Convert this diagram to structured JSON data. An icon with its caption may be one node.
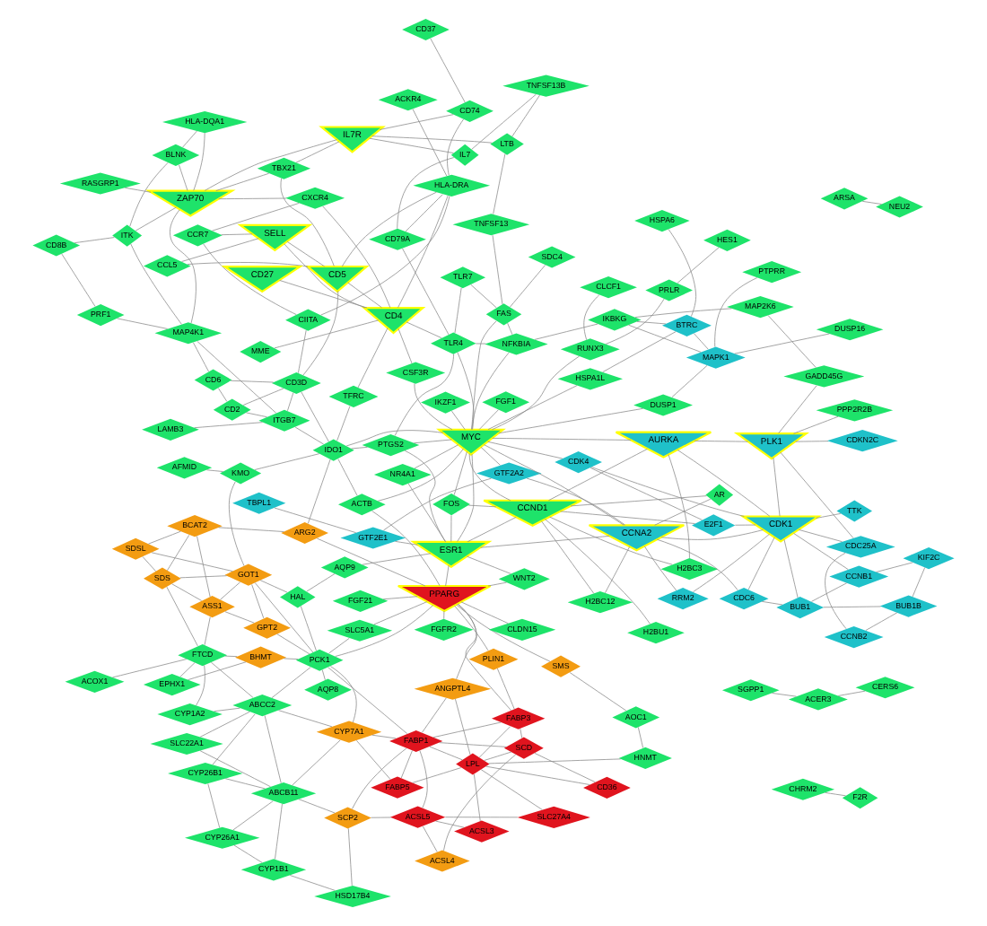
{
  "diagram": {
    "nodes": [
      {
        "text": [
          "SDSL"
        ]
      },
      {
        "text": [
          "EPHX1"
        ]
      },
      {
        "text": [
          "BHMT"
        ]
      },
      {
        "text": [
          "ACOX1"
        ]
      },
      {
        "text": [
          "BCAT2"
        ]
      },
      {
        "text": [
          "SDS"
        ]
      },
      {
        "text": [
          "GPT2"
        ]
      },
      {
        "text": [
          "ASS1"
        ]
      },
      {
        "text": [
          "GOT1"
        ]
      },
      {
        "text": [
          "FTCD"
        ]
      },
      {
        "text": [
          "SLC22A1"
        ]
      },
      {
        "text": [
          "CYP26B1"
        ]
      },
      {
        "text": [
          "CYP26A1"
        ]
      },
      {
        "text": [
          "CYP1B1"
        ]
      },
      {
        "text": [
          "ARSA"
        ]
      },
      {
        "text": [
          "NEU2"
        ]
      },
      {
        "text": [
          "HAL"
        ]
      },
      {
        "text": [
          "CYP1A2"
        ]
      },
      {
        "text": [
          "ABCC2"
        ]
      },
      {
        "text": [
          "CYP7A1"
        ]
      },
      {
        "text": [
          "HSD17B4"
        ]
      },
      {
        "text": [
          "ABCB11"
        ]
      },
      {
        "text": [
          "SGPP1"
        ]
      },
      {
        "text": [
          "CERS6"
        ]
      },
      {
        "text": [
          "CHRM2"
        ]
      },
      {
        "text": [
          "F2R"
        ]
      },
      {
        "text": [
          "KMO"
        ]
      },
      {
        "text": [
          "PCK1"
        ]
      },
      {
        "text": [
          "ACER3"
        ]
      },
      {
        "text": [
          "FABP5"
        ]
      },
      {
        "text": [
          "AQP8"
        ]
      },
      {
        "text": [
          "SCP2"
        ]
      },
      {
        "text": [
          "LAMB3"
        ]
      },
      {
        "text": [
          "ARG2"
        ]
      },
      {
        "text": [
          "AFMID"
        ]
      },
      {
        "text": [
          "FABP1"
        ]
      },
      {
        "text": [
          "ACSL5"
        ]
      },
      {
        "text": [
          "CD36"
        ]
      },
      {
        "text": [
          "SCD"
        ]
      },
      {
        "text": [
          "ACSL4"
        ]
      },
      {
        "text": [
          "ITGB7"
        ]
      },
      {
        "text": [
          "ACKR4"
        ]
      },
      {
        "text": [
          "MAP4K1"
        ]
      },
      {
        "text": [
          "CD6"
        ]
      },
      {
        "text": [
          "CD2"
        ]
      },
      {
        "text": [
          "CD3D"
        ]
      },
      {
        "text": [
          "IDO1"
        ]
      },
      {
        "text": [
          "SLC5A1"
        ]
      },
      {
        "text": [
          "AQP9"
        ]
      },
      {
        "text": [
          "FGF21"
        ]
      },
      {
        "text": [
          "PLIN1"
        ]
      },
      {
        "text": [
          "ACTB"
        ]
      },
      {
        "text": [
          "LPL"
        ]
      },
      {
        "text": [
          "SLC27A4"
        ]
      },
      {
        "text": [
          "ACSL3"
        ]
      },
      {
        "text": [
          "PRF1"
        ]
      },
      {
        "text": [
          "CD8B"
        ]
      },
      {
        "text": [
          "ITK"
        ]
      },
      {
        "text": [
          "CCL5"
        ]
      },
      {
        "text": [
          "CIITA"
        ]
      },
      {
        "text": [
          "CCR7"
        ]
      },
      {
        "text": [
          "BLNK"
        ]
      },
      {
        "text": [
          "SELL"
        ]
      },
      {
        "text": [
          "CXCR4"
        ]
      },
      {
        "text": [
          "ANGPTL4"
        ]
      },
      {
        "text": [
          "HLA-DQA1"
        ]
      },
      {
        "text": [
          "ZAP70"
        ]
      },
      {
        "text": [
          "TBX21"
        ]
      },
      {
        "text": [
          "CD5"
        ]
      },
      {
        "text": [
          "TFRC"
        ]
      },
      {
        "text": [
          "PPARG"
        ]
      },
      {
        "text": [
          "FABP3"
        ]
      },
      {
        "text": [
          "HNMT"
        ]
      },
      {
        "text": [
          "CD37"
        ]
      },
      {
        "text": [
          "CD74"
        ]
      },
      {
        "text": [
          "IL7R"
        ]
      },
      {
        "text": [
          "HLA-DRA"
        ]
      },
      {
        "text": [
          "CD4"
        ]
      },
      {
        "text": [
          "CD27"
        ]
      },
      {
        "text": [
          "MME"
        ]
      },
      {
        "text": [
          "PTGS2"
        ]
      },
      {
        "text": [
          "SMS"
        ]
      },
      {
        "text": [
          "CLDN15"
        ]
      },
      {
        "text": [
          "WNT2"
        ]
      },
      {
        "text": [
          "AOC1"
        ]
      },
      {
        "text": [
          "GTF2E1"
        ]
      },
      {
        "text": [
          "LTB"
        ]
      },
      {
        "text": [
          "TNFSF13B"
        ]
      },
      {
        "text": [
          "IL7"
        ]
      },
      {
        "text": [
          "CD79A"
        ]
      },
      {
        "text": [
          "CSF3R"
        ]
      },
      {
        "text": [
          "FGFR2"
        ]
      },
      {
        "text": [
          "RASGRP1"
        ]
      },
      {
        "text": [
          "TLR4"
        ]
      },
      {
        "text": [
          "FGF1"
        ]
      },
      {
        "text": [
          "NR4A1"
        ]
      },
      {
        "text": [
          "ESR1"
        ]
      },
      {
        "text": [
          "TBPL1"
        ]
      },
      {
        "text": [
          "TLR7"
        ]
      },
      {
        "text": [
          "SDC4"
        ]
      },
      {
        "text": [
          "FOS"
        ]
      },
      {
        "text": [
          "GTF2A2"
        ]
      },
      {
        "text": [
          "TNFSF13"
        ]
      },
      {
        "text": [
          "FAS"
        ]
      },
      {
        "text": [
          "NFKBIA"
        ]
      },
      {
        "text": [
          "PRLR"
        ]
      },
      {
        "text": [
          "IKZF1"
        ]
      },
      {
        "text": [
          "RUNX3"
        ]
      },
      {
        "text": [
          "AR"
        ]
      },
      {
        "text": [
          "MYC"
        ]
      },
      {
        "text": [
          "CCND1"
        ]
      },
      {
        "text": [
          "H2BC12"
        ]
      },
      {
        "text": [
          "H2BC3"
        ]
      },
      {
        "text": [
          "CCNA2"
        ]
      },
      {
        "text": [
          "MAPK1"
        ]
      },
      {
        "text": [
          "DUSP1"
        ]
      },
      {
        "text": [
          "RRM2"
        ]
      },
      {
        "text": [
          "CDC6"
        ]
      },
      {
        "text": [
          "BTRC"
        ]
      },
      {
        "text": [
          "HSPA1L"
        ]
      },
      {
        "text": [
          "H2BU1"
        ]
      },
      {
        "text": [
          "TTK"
        ]
      },
      {
        "text": [
          "CLCF1"
        ]
      },
      {
        "text": [
          "IKBKG"
        ]
      },
      {
        "text": [
          "CDK4"
        ]
      },
      {
        "text": [
          "E2F1"
        ]
      },
      {
        "text": [
          "AURKA"
        ]
      },
      {
        "text": [
          "CDK1"
        ]
      },
      {
        "text": [
          "DUSP16"
        ]
      },
      {
        "text": [
          "HES1"
        ]
      },
      {
        "text": [
          "HSPA6"
        ]
      },
      {
        "text": [
          "PTPRR"
        ]
      },
      {
        "text": [
          "MAP2K6"
        ]
      },
      {
        "text": [
          "PLK1"
        ]
      },
      {
        "text": [
          "CDC25A"
        ]
      },
      {
        "text": [
          "CCNB1"
        ]
      },
      {
        "text": [
          "BUB1"
        ]
      },
      {
        "text": [
          "PPP2R2B"
        ]
      },
      {
        "text": [
          "CDKN2C"
        ]
      },
      {
        "text": [
          "CCNB2"
        ]
      },
      {
        "text": [
          "KIF2C"
        ]
      },
      {
        "text": [
          "BUB1B"
        ]
      },
      {
        "text": [
          "GADD45G"
        ]
      }
    ],
    "edges": [
      {
        "from": 14,
        "to": 15,
        "arrow": "none"
      },
      {
        "from": 22,
        "to": 28,
        "arrow": "none"
      },
      {
        "from": 23,
        "to": 28,
        "arrow": "none"
      },
      {
        "from": 24,
        "to": 25,
        "arrow": "none"
      },
      {
        "from": 0,
        "to": 4,
        "arrow": "none"
      },
      {
        "from": 0,
        "to": 5,
        "arrow": "none"
      },
      {
        "from": 0,
        "to": 8,
        "arrow": "none"
      },
      {
        "from": 4,
        "to": 5,
        "arrow": "none"
      },
      {
        "from": 4,
        "to": 7,
        "arrow": "none"
      },
      {
        "from": 4,
        "to": 33,
        "arrow": "none"
      },
      {
        "from": 5,
        "to": 7,
        "arrow": "none"
      },
      {
        "from": 5,
        "to": 8,
        "arrow": "none"
      },
      {
        "from": 6,
        "to": 7,
        "arrow": "none"
      },
      {
        "from": 6,
        "to": 8,
        "arrow": "none"
      },
      {
        "from": 6,
        "to": 27,
        "arrow": "none"
      },
      {
        "from": 5,
        "to": 9,
        "arrow": "none"
      },
      {
        "from": 7,
        "to": 8,
        "arrow": "none"
      },
      {
        "from": 7,
        "to": 9,
        "arrow": "none"
      },
      {
        "from": 8,
        "to": 16,
        "arrow": "none"
      },
      {
        "from": 8,
        "to": 26,
        "arrow": "none"
      },
      {
        "from": 8,
        "to": 27,
        "arrow": "none"
      },
      {
        "from": 2,
        "to": 9,
        "arrow": "none"
      },
      {
        "from": 2,
        "to": 27,
        "arrow": "none"
      },
      {
        "from": 1,
        "to": 2,
        "arrow": "none"
      },
      {
        "from": 1,
        "to": 9,
        "arrow": "none"
      },
      {
        "from": 3,
        "to": 9,
        "arrow": "none"
      },
      {
        "from": 9,
        "to": 18,
        "arrow": "none"
      },
      {
        "from": 9,
        "to": 17,
        "arrow": "none"
      },
      {
        "from": 16,
        "to": 48,
        "arrow": "none"
      },
      {
        "from": 16,
        "to": 27,
        "arrow": "none"
      },
      {
        "from": 17,
        "to": 18,
        "arrow": "none"
      },
      {
        "from": 18,
        "to": 19,
        "arrow": "none"
      },
      {
        "from": 18,
        "to": 27,
        "arrow": "none"
      },
      {
        "from": 18,
        "to": 21,
        "arrow": "none"
      },
      {
        "from": 10,
        "to": 18,
        "arrow": "none"
      },
      {
        "from": 10,
        "to": 21,
        "arrow": "none"
      },
      {
        "from": 11,
        "to": 21,
        "arrow": "none"
      },
      {
        "from": 11,
        "to": 18,
        "arrow": "none"
      },
      {
        "from": 11,
        "to": 12,
        "arrow": "none"
      },
      {
        "from": 12,
        "to": 13,
        "arrow": "none"
      },
      {
        "from": 12,
        "to": 21,
        "arrow": "none"
      },
      {
        "from": 13,
        "to": 20,
        "arrow": "none"
      },
      {
        "from": 13,
        "to": 21,
        "arrow": "none"
      },
      {
        "from": 20,
        "to": 31,
        "arrow": "none"
      },
      {
        "from": 21,
        "to": 31,
        "arrow": "none"
      },
      {
        "from": 21,
        "to": 19,
        "arrow": "none"
      },
      {
        "from": 19,
        "to": 29,
        "arrow": "none"
      },
      {
        "from": 19,
        "to": 35,
        "arrow": "none"
      },
      {
        "from": 19,
        "to": 27,
        "arrow": "none"
      },
      {
        "from": 27,
        "to": 30,
        "arrow": "none"
      },
      {
        "from": 27,
        "to": 35,
        "arrow": "none"
      },
      {
        "from": 27,
        "to": 47,
        "arrow": "none"
      },
      {
        "from": 27,
        "to": 70,
        "arrow": "none"
      },
      {
        "from": 26,
        "to": 34,
        "arrow": "none"
      },
      {
        "from": 26,
        "to": 46,
        "arrow": "none"
      },
      {
        "from": 33,
        "to": 46,
        "arrow": "none"
      },
      {
        "from": 33,
        "to": 70,
        "arrow": "none"
      },
      {
        "from": 29,
        "to": 35,
        "arrow": "none"
      },
      {
        "from": 29,
        "to": 52,
        "arrow": "none"
      },
      {
        "from": 35,
        "to": 38,
        "arrow": "none"
      },
      {
        "from": 35,
        "to": 52,
        "arrow": "none"
      },
      {
        "from": 35,
        "to": 36,
        "arrow": "none"
      },
      {
        "from": 35,
        "to": 31,
        "arrow": "none"
      },
      {
        "from": 31,
        "to": 36,
        "arrow": "none"
      },
      {
        "from": 36,
        "to": 39,
        "arrow": "none"
      },
      {
        "from": 36,
        "to": 54,
        "arrow": "none"
      },
      {
        "from": 36,
        "to": 53,
        "arrow": "none"
      },
      {
        "from": 38,
        "to": 37,
        "arrow": "none"
      },
      {
        "from": 38,
        "to": 52,
        "arrow": "none"
      },
      {
        "from": 38,
        "to": 39,
        "arrow": "none"
      },
      {
        "from": 37,
        "to": 52,
        "arrow": "none"
      },
      {
        "from": 52,
        "to": 53,
        "arrow": "none"
      },
      {
        "from": 52,
        "to": 54,
        "arrow": "none"
      },
      {
        "from": 52,
        "to": 71,
        "arrow": "none"
      },
      {
        "from": 38,
        "to": 71,
        "arrow": "none"
      },
      {
        "from": 35,
        "to": 71,
        "arrow": "none"
      },
      {
        "from": 50,
        "to": 71,
        "arrow": "none"
      },
      {
        "from": 50,
        "to": 70,
        "arrow": "none"
      },
      {
        "from": 64,
        "to": 70,
        "arrow": "none"
      },
      {
        "from": 64,
        "to": 52,
        "arrow": "none"
      },
      {
        "from": 64,
        "to": 35,
        "arrow": "none"
      },
      {
        "from": 49,
        "to": 70,
        "arrow": "none"
      },
      {
        "from": 47,
        "to": 70,
        "arrow": "none"
      },
      {
        "from": 71,
        "to": 70,
        "arrow": "none"
      },
      {
        "from": 72,
        "to": 52,
        "arrow": "none"
      },
      {
        "from": 72,
        "to": 84,
        "arrow": "none"
      },
      {
        "from": 84,
        "to": 81,
        "arrow": "none"
      },
      {
        "from": 81,
        "to": 70,
        "arrow": "none"
      },
      {
        "from": 82,
        "to": 70,
        "arrow": "none"
      },
      {
        "from": 83,
        "to": 70,
        "arrow": "none"
      },
      {
        "from": 91,
        "to": 70,
        "arrow": "none"
      },
      {
        "from": 96,
        "to": 70,
        "arrow": "none"
      },
      {
        "from": 85,
        "to": 96,
        "arrow": "none"
      },
      {
        "from": 85,
        "to": 97,
        "arrow": "none"
      },
      {
        "from": 85,
        "to": 101,
        "arrow": "none"
      },
      {
        "from": 101,
        "to": 109,
        "arrow": "none"
      },
      {
        "from": 101,
        "to": 113,
        "arrow": "none"
      },
      {
        "from": 32,
        "to": 40,
        "arrow": "none"
      },
      {
        "from": 40,
        "to": 42,
        "arrow": "none"
      },
      {
        "from": 40,
        "to": 44,
        "arrow": "none"
      },
      {
        "from": 40,
        "to": 45,
        "arrow": "none"
      },
      {
        "from": 40,
        "to": 46,
        "arrow": "none"
      },
      {
        "from": 41,
        "to": 76,
        "arrow": "none"
      },
      {
        "from": 42,
        "to": 43,
        "arrow": "none"
      },
      {
        "from": 42,
        "to": 57,
        "arrow": "none"
      },
      {
        "from": 42,
        "to": 55,
        "arrow": "none"
      },
      {
        "from": 42,
        "to": 66,
        "arrow": "none"
      },
      {
        "from": 43,
        "to": 44,
        "arrow": "none"
      },
      {
        "from": 43,
        "to": 45,
        "arrow": "none"
      },
      {
        "from": 44,
        "to": 45,
        "arrow": "none"
      },
      {
        "from": 45,
        "to": 46,
        "arrow": "none"
      },
      {
        "from": 45,
        "to": 68,
        "arrow": "none"
      },
      {
        "from": 45,
        "to": 59,
        "arrow": "none"
      },
      {
        "from": 46,
        "to": 51,
        "arrow": "none"
      },
      {
        "from": 46,
        "to": 69,
        "arrow": "none"
      },
      {
        "from": 46,
        "to": 80,
        "arrow": "none"
      },
      {
        "from": 46,
        "to": 109,
        "arrow": "none"
      },
      {
        "from": 55,
        "to": 56,
        "arrow": "none"
      },
      {
        "from": 56,
        "to": 57,
        "arrow": "none"
      },
      {
        "from": 57,
        "to": 61,
        "arrow": "none"
      },
      {
        "from": 57,
        "to": 66,
        "arrow": "none"
      },
      {
        "from": 58,
        "to": 62,
        "arrow": "none"
      },
      {
        "from": 58,
        "to": 68,
        "arrow": "none"
      },
      {
        "from": 59,
        "to": 60,
        "arrow": "none"
      },
      {
        "from": 59,
        "to": 76,
        "arrow": "none"
      },
      {
        "from": 60,
        "to": 63,
        "arrow": "none"
      },
      {
        "from": 60,
        "to": 62,
        "arrow": "none"
      },
      {
        "from": 61,
        "to": 66,
        "arrow": "none"
      },
      {
        "from": 61,
        "to": 65,
        "arrow": "none"
      },
      {
        "from": 62,
        "to": 68,
        "arrow": "none"
      },
      {
        "from": 62,
        "to": 77,
        "arrow": "none"
      },
      {
        "from": 63,
        "to": 77,
        "arrow": "none"
      },
      {
        "from": 63,
        "to": 66,
        "arrow": "none"
      },
      {
        "from": 65,
        "to": 66,
        "arrow": "none"
      },
      {
        "from": 66,
        "to": 67,
        "arrow": "none"
      },
      {
        "from": 66,
        "to": 75,
        "arrow": "none"
      },
      {
        "from": 67,
        "to": 68,
        "arrow": "none"
      },
      {
        "from": 67,
        "to": 75,
        "arrow": "none"
      },
      {
        "from": 68,
        "to": 76,
        "arrow": "none"
      },
      {
        "from": 68,
        "to": 77,
        "arrow": "none"
      },
      {
        "from": 69,
        "to": 77,
        "arrow": "none"
      },
      {
        "from": 73,
        "to": 74,
        "arrow": "none"
      },
      {
        "from": 74,
        "to": 76,
        "arrow": "none"
      },
      {
        "from": 74,
        "to": 75,
        "arrow": "none"
      },
      {
        "from": 75,
        "to": 88,
        "arrow": "none"
      },
      {
        "from": 76,
        "to": 77,
        "arrow": "none"
      },
      {
        "from": 76,
        "to": 89,
        "arrow": "none"
      },
      {
        "from": 77,
        "to": 78,
        "arrow": "none"
      },
      {
        "from": 77,
        "to": 79,
        "arrow": "none"
      },
      {
        "from": 77,
        "to": 90,
        "arrow": "none"
      },
      {
        "from": 77,
        "to": 93,
        "arrow": "none"
      },
      {
        "from": 86,
        "to": 87,
        "arrow": "none"
      },
      {
        "from": 86,
        "to": 75,
        "arrow": "none"
      },
      {
        "from": 87,
        "to": 88,
        "arrow": "none"
      },
      {
        "from": 88,
        "to": 89,
        "arrow": "none"
      },
      {
        "from": 89,
        "to": 93,
        "arrow": "none"
      },
      {
        "from": 92,
        "to": 66,
        "arrow": "none"
      },
      {
        "from": 98,
        "to": 93,
        "arrow": "none"
      },
      {
        "from": 98,
        "to": 103,
        "arrow": "none"
      },
      {
        "from": 99,
        "to": 103,
        "arrow": "none"
      },
      {
        "from": 102,
        "to": 103,
        "arrow": "none"
      },
      {
        "from": 102,
        "to": 86,
        "arrow": "none"
      },
      {
        "from": 103,
        "to": 109,
        "arrow": "none"
      },
      {
        "from": 103,
        "to": 104,
        "arrow": "none"
      },
      {
        "from": 90,
        "to": 109,
        "arrow": "none"
      },
      {
        "from": 93,
        "to": 109,
        "arrow": "none"
      },
      {
        "from": 93,
        "to": 104,
        "arrow": "none"
      },
      {
        "from": 80,
        "to": 109,
        "arrow": "none"
      },
      {
        "from": 80,
        "to": 93,
        "arrow": "none"
      },
      {
        "from": 80,
        "to": 96,
        "arrow": "none"
      },
      {
        "from": 83,
        "to": 96,
        "arrow": "none"
      },
      {
        "from": 94,
        "to": 109,
        "arrow": "none"
      },
      {
        "from": 95,
        "to": 109,
        "arrow": "none"
      },
      {
        "from": 95,
        "to": 96,
        "arrow": "none"
      },
      {
        "from": 100,
        "to": 109,
        "arrow": "none"
      },
      {
        "from": 100,
        "to": 96,
        "arrow": "none"
      },
      {
        "from": 100,
        "to": 110,
        "arrow": "none"
      },
      {
        "from": 96,
        "to": 110,
        "arrow": "none"
      },
      {
        "from": 96,
        "to": 109,
        "arrow": "none"
      },
      {
        "from": 51,
        "to": 70,
        "arrow": "none"
      },
      {
        "from": 51,
        "to": 109,
        "arrow": "none"
      },
      {
        "from": 48,
        "to": 96,
        "arrow": "none"
      },
      {
        "from": 104,
        "to": 109,
        "arrow": "none"
      },
      {
        "from": 104,
        "to": 123,
        "arrow": "none"
      },
      {
        "from": 105,
        "to": 107,
        "arrow": "none"
      },
      {
        "from": 129,
        "to": 105,
        "arrow": "none"
      },
      {
        "from": 122,
        "to": 107,
        "arrow": "none"
      },
      {
        "from": 107,
        "to": 109,
        "arrow": "none"
      },
      {
        "from": 106,
        "to": 109,
        "arrow": "none"
      },
      {
        "from": 114,
        "to": 123,
        "arrow": "none"
      },
      {
        "from": 114,
        "to": 115,
        "arrow": "none"
      },
      {
        "from": 114,
        "to": 118,
        "arrow": "none"
      },
      {
        "from": 115,
        "to": 109,
        "arrow": "none"
      },
      {
        "from": 118,
        "to": 119,
        "arrow": "none"
      },
      {
        "from": 118,
        "to": 123,
        "arrow": "none"
      },
      {
        "from": 119,
        "to": 109,
        "arrow": "none"
      },
      {
        "from": 120,
        "to": 110,
        "arrow": "none"
      },
      {
        "from": 109,
        "to": 110,
        "arrow": "none"
      },
      {
        "from": 110,
        "to": 111,
        "arrow": "none"
      },
      {
        "from": 110,
        "to": 112,
        "arrow": "none"
      },
      {
        "from": 111,
        "to": 113,
        "arrow": "none"
      },
      {
        "from": 112,
        "to": 126,
        "arrow": "none"
      },
      {
        "from": 108,
        "to": 110,
        "arrow": "none"
      },
      {
        "from": 108,
        "to": 113,
        "arrow": "none"
      },
      {
        "from": 109,
        "to": 113,
        "arrow": "none"
      },
      {
        "from": 113,
        "to": 116,
        "arrow": "none"
      },
      {
        "from": 113,
        "to": 117,
        "arrow": "none"
      },
      {
        "from": 113,
        "to": 127,
        "arrow": "none"
      },
      {
        "from": 116,
        "to": 127,
        "arrow": "none"
      },
      {
        "from": 117,
        "to": 127,
        "arrow": "none"
      },
      {
        "from": 117,
        "to": 136,
        "arrow": "none"
      },
      {
        "from": 121,
        "to": 127,
        "arrow": "none"
      },
      {
        "from": 124,
        "to": 127,
        "arrow": "none"
      },
      {
        "from": 125,
        "to": 127,
        "arrow": "none"
      },
      {
        "from": 124,
        "to": 125,
        "arrow": "none"
      },
      {
        "from": 126,
        "to": 127,
        "arrow": "none"
      },
      {
        "from": 126,
        "to": 133,
        "arrow": "none"
      },
      {
        "from": 127,
        "to": 133,
        "arrow": "none"
      },
      {
        "from": 127,
        "to": 134,
        "arrow": "none"
      },
      {
        "from": 127,
        "to": 135,
        "arrow": "none"
      },
      {
        "from": 127,
        "to": 136,
        "arrow": "none"
      },
      {
        "from": 133,
        "to": 134,
        "arrow": "none"
      },
      {
        "from": 133,
        "to": 138,
        "arrow": "none"
      },
      {
        "from": 134,
        "to": 139,
        "arrow": "none"
      },
      {
        "from": 135,
        "to": 136,
        "arrow": "none"
      },
      {
        "from": 136,
        "to": 141,
        "arrow": "none"
      },
      {
        "from": 140,
        "to": 141,
        "arrow": "none"
      },
      {
        "from": 139,
        "to": 141,
        "arrow": "none"
      },
      {
        "from": 135,
        "to": 140,
        "arrow": "none"
      },
      {
        "from": 133,
        "to": 142,
        "arrow": "none"
      },
      {
        "from": 142,
        "to": 132,
        "arrow": "none"
      },
      {
        "from": 132,
        "to": 123,
        "arrow": "none"
      },
      {
        "from": 131,
        "to": 114,
        "arrow": "none"
      },
      {
        "from": 128,
        "to": 114,
        "arrow": "none"
      },
      {
        "from": 130,
        "to": 118,
        "arrow": "none"
      },
      {
        "from": 137,
        "to": 133,
        "arrow": "none"
      },
      {
        "from": 109,
        "to": 126,
        "arrow": "none"
      },
      {
        "from": 110,
        "to": 126,
        "arrow": "none"
      },
      {
        "from": 110,
        "to": 125,
        "arrow": "none"
      },
      {
        "from": 96,
        "to": 113,
        "arrow": "none"
      },
      {
        "from": 109,
        "to": 124,
        "arrow": "none"
      }
    ]
  }
}
